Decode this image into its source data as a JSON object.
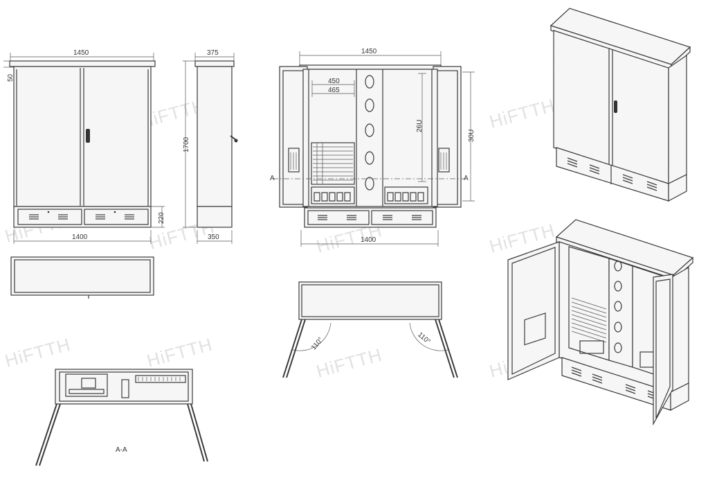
{
  "watermark": "HiFTTH",
  "front_view": {
    "width_top": "1450",
    "width_bottom": "1400",
    "height": "1700",
    "base_height": "220",
    "top_offset": "50"
  },
  "side_view": {
    "depth_top": "375",
    "depth_bottom": "350"
  },
  "open_view": {
    "width_top": "1450",
    "width_bottom": "1400",
    "dim_inner_1": "450",
    "dim_inner_2": "465",
    "rack_left": "26U",
    "rack_right": "30U",
    "section_mark_left": "A",
    "section_mark_right": "A"
  },
  "door_open_view": {
    "angle_left": "110°",
    "angle_right": "110°"
  },
  "section_view": {
    "label": "A-A"
  },
  "colors": {
    "line": "#3a3a3a",
    "watermark": "#c9c9c9",
    "background": "#ffffff"
  }
}
